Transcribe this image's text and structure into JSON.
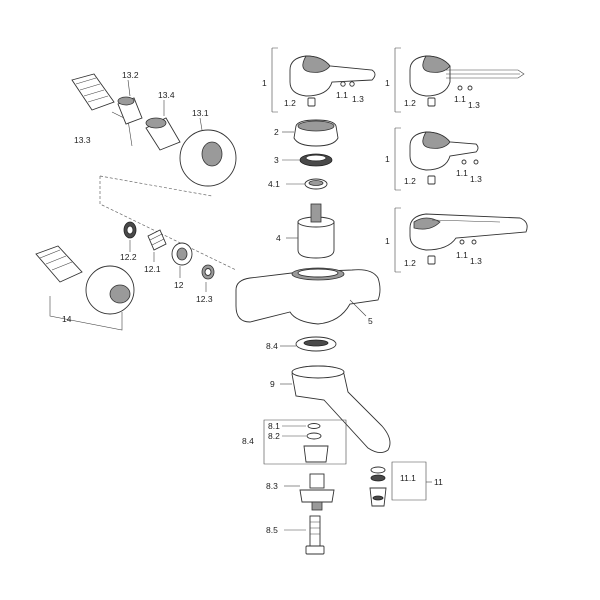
{
  "labels": {
    "l1": "1",
    "l1_2": "1.2",
    "l1_1": "1.1",
    "l1_3": "1.3",
    "l1b": "1",
    "l1b_2": "1.2",
    "l1b_1": "1.1",
    "l1b_3": "1.3",
    "l1c": "1",
    "l1c_2": "1.2",
    "l1c_1": "1.1",
    "l1c_3": "1.3",
    "l1d": "1",
    "l1d_2": "1.2",
    "l1d_1": "1.1",
    "l1d_3": "1.3",
    "l2": "2",
    "l3": "3",
    "l4_1": "4.1",
    "l4": "4",
    "l5": "5",
    "l8_4a": "8.4",
    "l9": "9",
    "l8_1": "8.1",
    "l8_2": "8.2",
    "l8_4b": "8.4",
    "l8_3": "8.3",
    "l8_5": "8.5",
    "l11_1": "11.1",
    "l11": "11",
    "l13_2": "13.2",
    "l13_3": "13.3",
    "l13_4": "13.4",
    "l13_1": "13.1",
    "l12_2": "12.2",
    "l12_1": "12.1",
    "l12": "12",
    "l12_3": "12.3",
    "l14": "14"
  }
}
